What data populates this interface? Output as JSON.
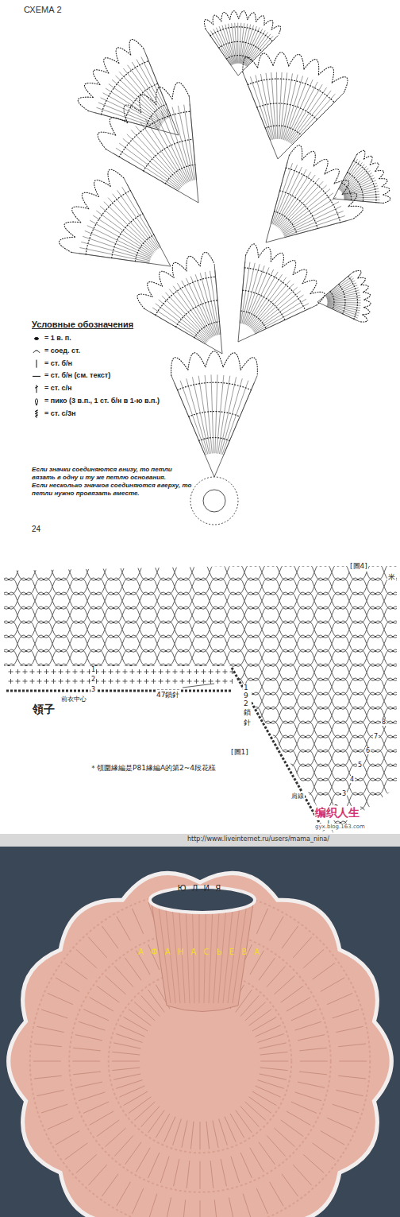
{
  "diagram": {
    "title": "СХЕМА 2",
    "labels": [
      "Условные обозначения",
      "Если значки соединяются внизу, то петли вязать в одну и ту же петлю основания.",
      "Если несколько значков соединяются вверху, то петли нужно провязать вместе.",
      "24",
      "[圖4]",
      "米",
      "領子",
      "1",
      "2",
      "3",
      "前衣中心",
      "47鎖針",
      "192鎖針",
      "[圖1]",
      "1",
      "2",
      "3",
      "4",
      "5",
      "6",
      "7",
      "8",
      "肩線",
      "＊領圍緣編是P81緣編A的第2~4段花樣",
      "编织人生",
      "gyx.blog.163.com",
      "http://www.liveinternet.ru/users/mama_nina/",
      "Ю Л И Я",
      "А Ф А Н А С Ь Е В А"
    ],
    "legend": [
      {
        "text": "= 1 в. п."
      },
      {
        "text": "= соед. ст."
      },
      {
        "text": "= ст. б/н"
      },
      {
        "text": "= ст. б/н (см. текст)"
      },
      {
        "text": "= ст. с/н"
      },
      {
        "text": "= пико (3 в.п., 1 ст. б/н в 1-ю в.п.)"
      },
      {
        "text": "= ст. с/3н"
      }
    ]
  }
}
